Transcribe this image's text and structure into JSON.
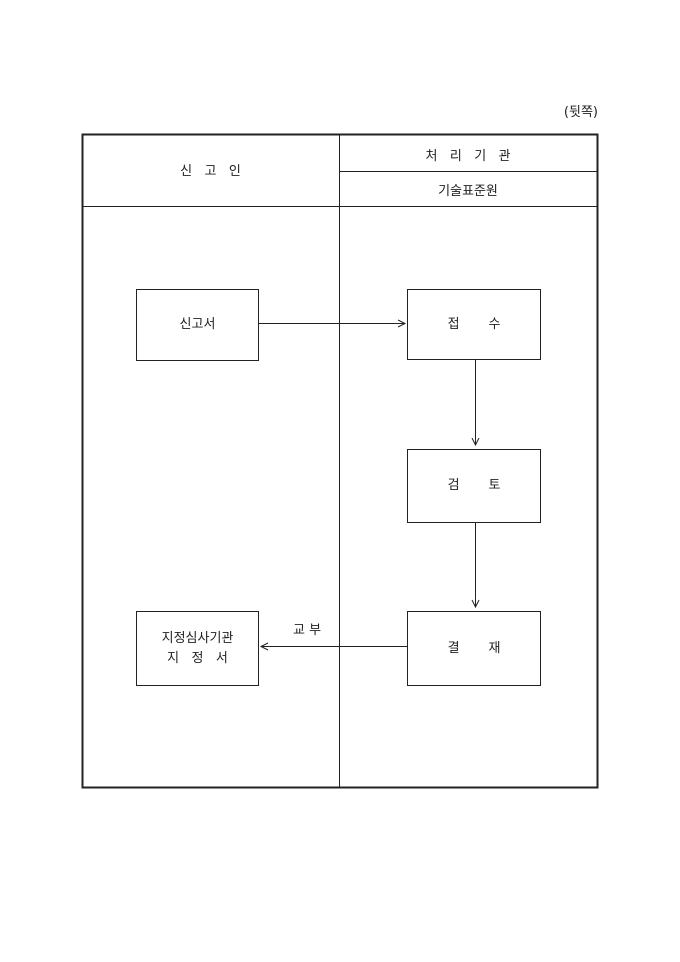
{
  "page_side_label": "(뒷쪽)",
  "header": {
    "applicant": "신   고   인",
    "processing_agency": "처   리   기   관",
    "agency_name": "기술표준원"
  },
  "flow": {
    "report": "신고서",
    "receipt": "접       수",
    "review": "검       토",
    "approval": "결       재",
    "designation_line1": "지정심사기관",
    "designation_line2": "지   정   서",
    "issue_label": "교 부"
  }
}
